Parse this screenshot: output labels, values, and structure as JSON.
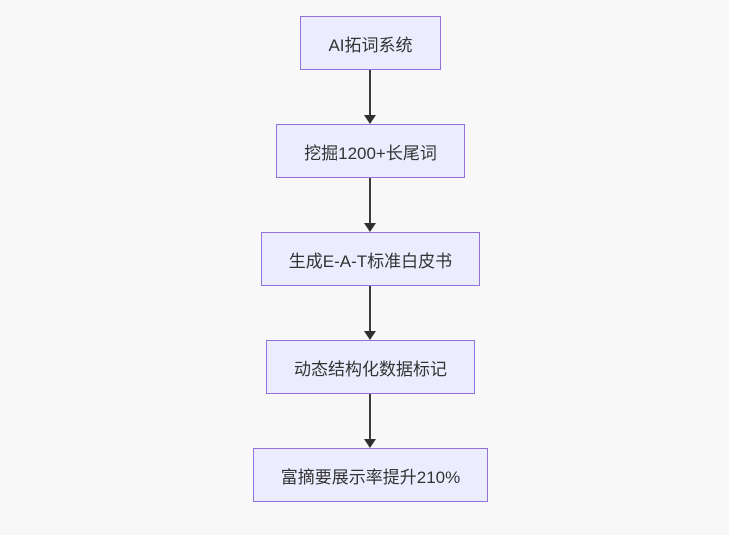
{
  "diagram": {
    "type": "flowchart",
    "direction": "top-down",
    "nodes": [
      {
        "id": "n1",
        "label": "AI拓词系统"
      },
      {
        "id": "n2",
        "label": "挖掘1200+长尾词"
      },
      {
        "id": "n3",
        "label": "生成E-A-T标准白皮书"
      },
      {
        "id": "n4",
        "label": "动态结构化数据标记"
      },
      {
        "id": "n5",
        "label": "富摘要展示率提升210%"
      }
    ],
    "edges": [
      {
        "from": "n1",
        "to": "n2"
      },
      {
        "from": "n2",
        "to": "n3"
      },
      {
        "from": "n3",
        "to": "n4"
      },
      {
        "from": "n4",
        "to": "n5"
      }
    ],
    "colors": {
      "node_fill": "#ECECFF",
      "node_border": "#9370DB",
      "arrow": "#333333",
      "text": "#333333",
      "background": "#F8F8F8"
    }
  }
}
